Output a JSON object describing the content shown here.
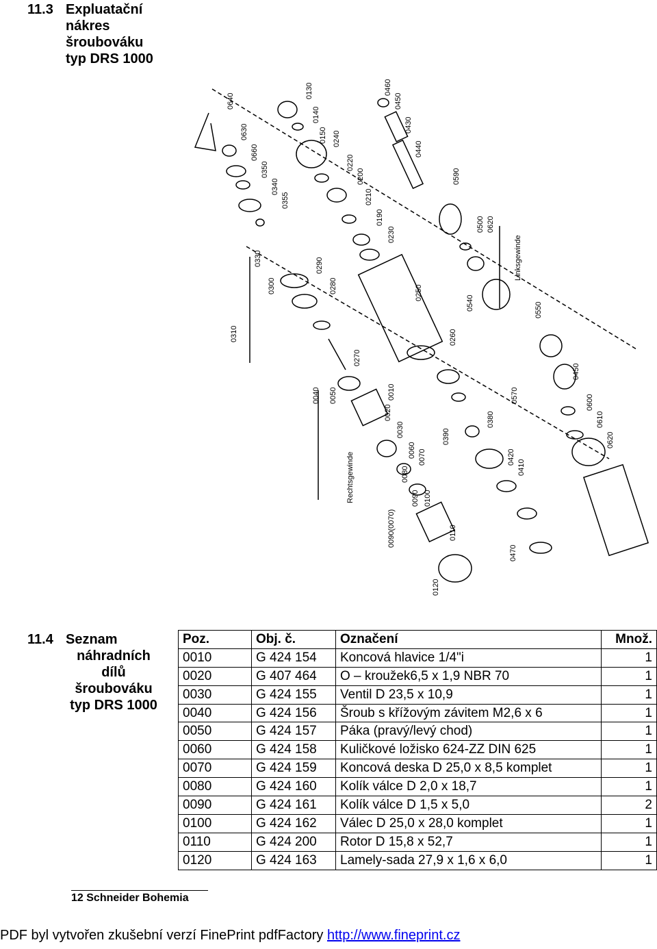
{
  "section_11_3": {
    "number": "11.3",
    "title_lines": [
      "Expluatační",
      "nákres",
      "šroubováku",
      "typ DRS 1000"
    ]
  },
  "drawing": {
    "labels": [
      "0640",
      "0130",
      "0460",
      "0630",
      "0140",
      "0450",
      "0150",
      "0430",
      "0660",
      "0240",
      "0440",
      "0350",
      "0220",
      "0590",
      "0340",
      "0200",
      "0355",
      "0210",
      "0190",
      "0230",
      "0500",
      "0620",
      "0330",
      "0290",
      "Linksgewinde",
      "0300",
      "0280",
      "0250",
      "0540",
      "0550",
      "0310",
      "0270",
      "0260",
      "0450",
      "0040",
      "0050",
      "0010",
      "0570",
      "0600",
      "0610",
      "0020",
      "0380",
      "0030",
      "0390",
      "0620",
      "Rechtsgewinde",
      "0060",
      "0420",
      "0080",
      "0070",
      "0410",
      "0090",
      "0100",
      "0090(0070)",
      "0470",
      "0110",
      "0120"
    ]
  },
  "section_11_4": {
    "number": "11.4",
    "title_lines": [
      "Seznam",
      "náhradních",
      "dílů",
      "šroubováku",
      "typ DRS 1000"
    ]
  },
  "parts_table": {
    "headers": {
      "pos": "Poz.",
      "obj": "Obj. č.",
      "desc": "Označení",
      "qty": "Množ."
    },
    "rows": [
      {
        "pos": "0010",
        "obj": "G 424 154",
        "desc": "Koncová hlavice 1/4\"i",
        "qty": "1"
      },
      {
        "pos": "0020",
        "obj": "G 407 464",
        "desc": "O – kroužek6,5 x 1,9 NBR 70",
        "qty": "1"
      },
      {
        "pos": "0030",
        "obj": "G 424 155",
        "desc": "Ventil D 23,5 x 10,9",
        "qty": "1"
      },
      {
        "pos": "0040",
        "obj": "G 424 156",
        "desc": "Šroub s křížovým závitem M2,6 x 6",
        "qty": "1"
      },
      {
        "pos": "0050",
        "obj": "G 424 157",
        "desc": "Páka (pravý/levý chod)",
        "qty": "1"
      },
      {
        "pos": "0060",
        "obj": "G 424 158",
        "desc": "Kuličkové ložisko 624-ZZ DIN 625",
        "qty": "1"
      },
      {
        "pos": "0070",
        "obj": "G 424 159",
        "desc": "Koncová deska D 25,0 x 8,5 komplet",
        "qty": "1"
      },
      {
        "pos": "0080",
        "obj": "G 424 160",
        "desc": "Kolík válce D 2,0 x 18,7",
        "qty": "1"
      },
      {
        "pos": "0090",
        "obj": "G 424 161",
        "desc": "Kolík válce D 1,5 x 5,0",
        "qty": "2"
      },
      {
        "pos": "0100",
        "obj": "G 424 162",
        "desc": "Válec D 25,0 x 28,0 komplet",
        "qty": "1"
      },
      {
        "pos": "0110",
        "obj": "G 424 200",
        "desc": "Rotor D 15,8 x 52,7",
        "qty": "1"
      },
      {
        "pos": "0120",
        "obj": "G 424 163",
        "desc": "Lamely-sada 27,9 x 1,6 x 6,0",
        "qty": "1"
      }
    ]
  },
  "footer": {
    "page_label": "12 Schneider Bohemia",
    "pdf_note": "PDF byl vytvořen zkušební verzí FinePrint pdfFactory",
    "pdf_link": "http://www.fineprint.cz"
  }
}
